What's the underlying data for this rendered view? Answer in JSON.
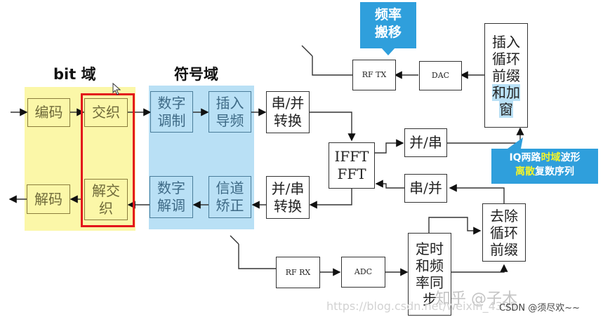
{
  "domain_titles": {
    "bit": "bit 域",
    "symbol": "符号域"
  },
  "tx_chain": {
    "encode": "编码",
    "interleave": "交织",
    "digital_mod": [
      "数字",
      "调制"
    ],
    "pilot_insert": [
      "插入",
      "导频"
    ],
    "sp_convert": [
      "串/并",
      "转换"
    ],
    "ifft_fft": [
      "IFFT",
      "FFT"
    ],
    "ps": "并/串",
    "cp_window": [
      "插入",
      "循环",
      "前缀",
      "和加",
      "窗"
    ],
    "dac": "DAC",
    "rf_tx": "RF TX"
  },
  "rx_chain": {
    "rf_rx": "RF RX",
    "adc": "ADC",
    "sync": [
      "定时",
      "和频",
      "率同",
      "步"
    ],
    "remove_cp": [
      "去除",
      "循环",
      "前缀"
    ],
    "sp": "串/并",
    "ps_convert": [
      "并/串",
      "转换"
    ],
    "channel_eq": [
      "信道",
      "矫正"
    ],
    "digital_demod": [
      "数字",
      "解调"
    ],
    "deinterleave": [
      "解交",
      "织"
    ],
    "decode": "解码"
  },
  "callouts": {
    "freq_shift": [
      "频率",
      "搬移"
    ],
    "iq_line1": {
      "pre": "IQ两路",
      "hl": "时域",
      "post": "波形"
    },
    "iq_line2": {
      "hl": "离散",
      "post": "复数序列"
    }
  },
  "watermarks": {
    "zhihu": "知乎 @子木",
    "url": "https://blog.csdn.net/weixin_4395",
    "csdn": "CSDN @须尽欢~~"
  },
  "colors": {
    "bit_zone": "#fbf7a8",
    "symbol_zone": "#b9e0f5",
    "highlight_frame": "#e3141b",
    "callout": "#2f9fdc",
    "callout_highlight": "#f5f528"
  }
}
